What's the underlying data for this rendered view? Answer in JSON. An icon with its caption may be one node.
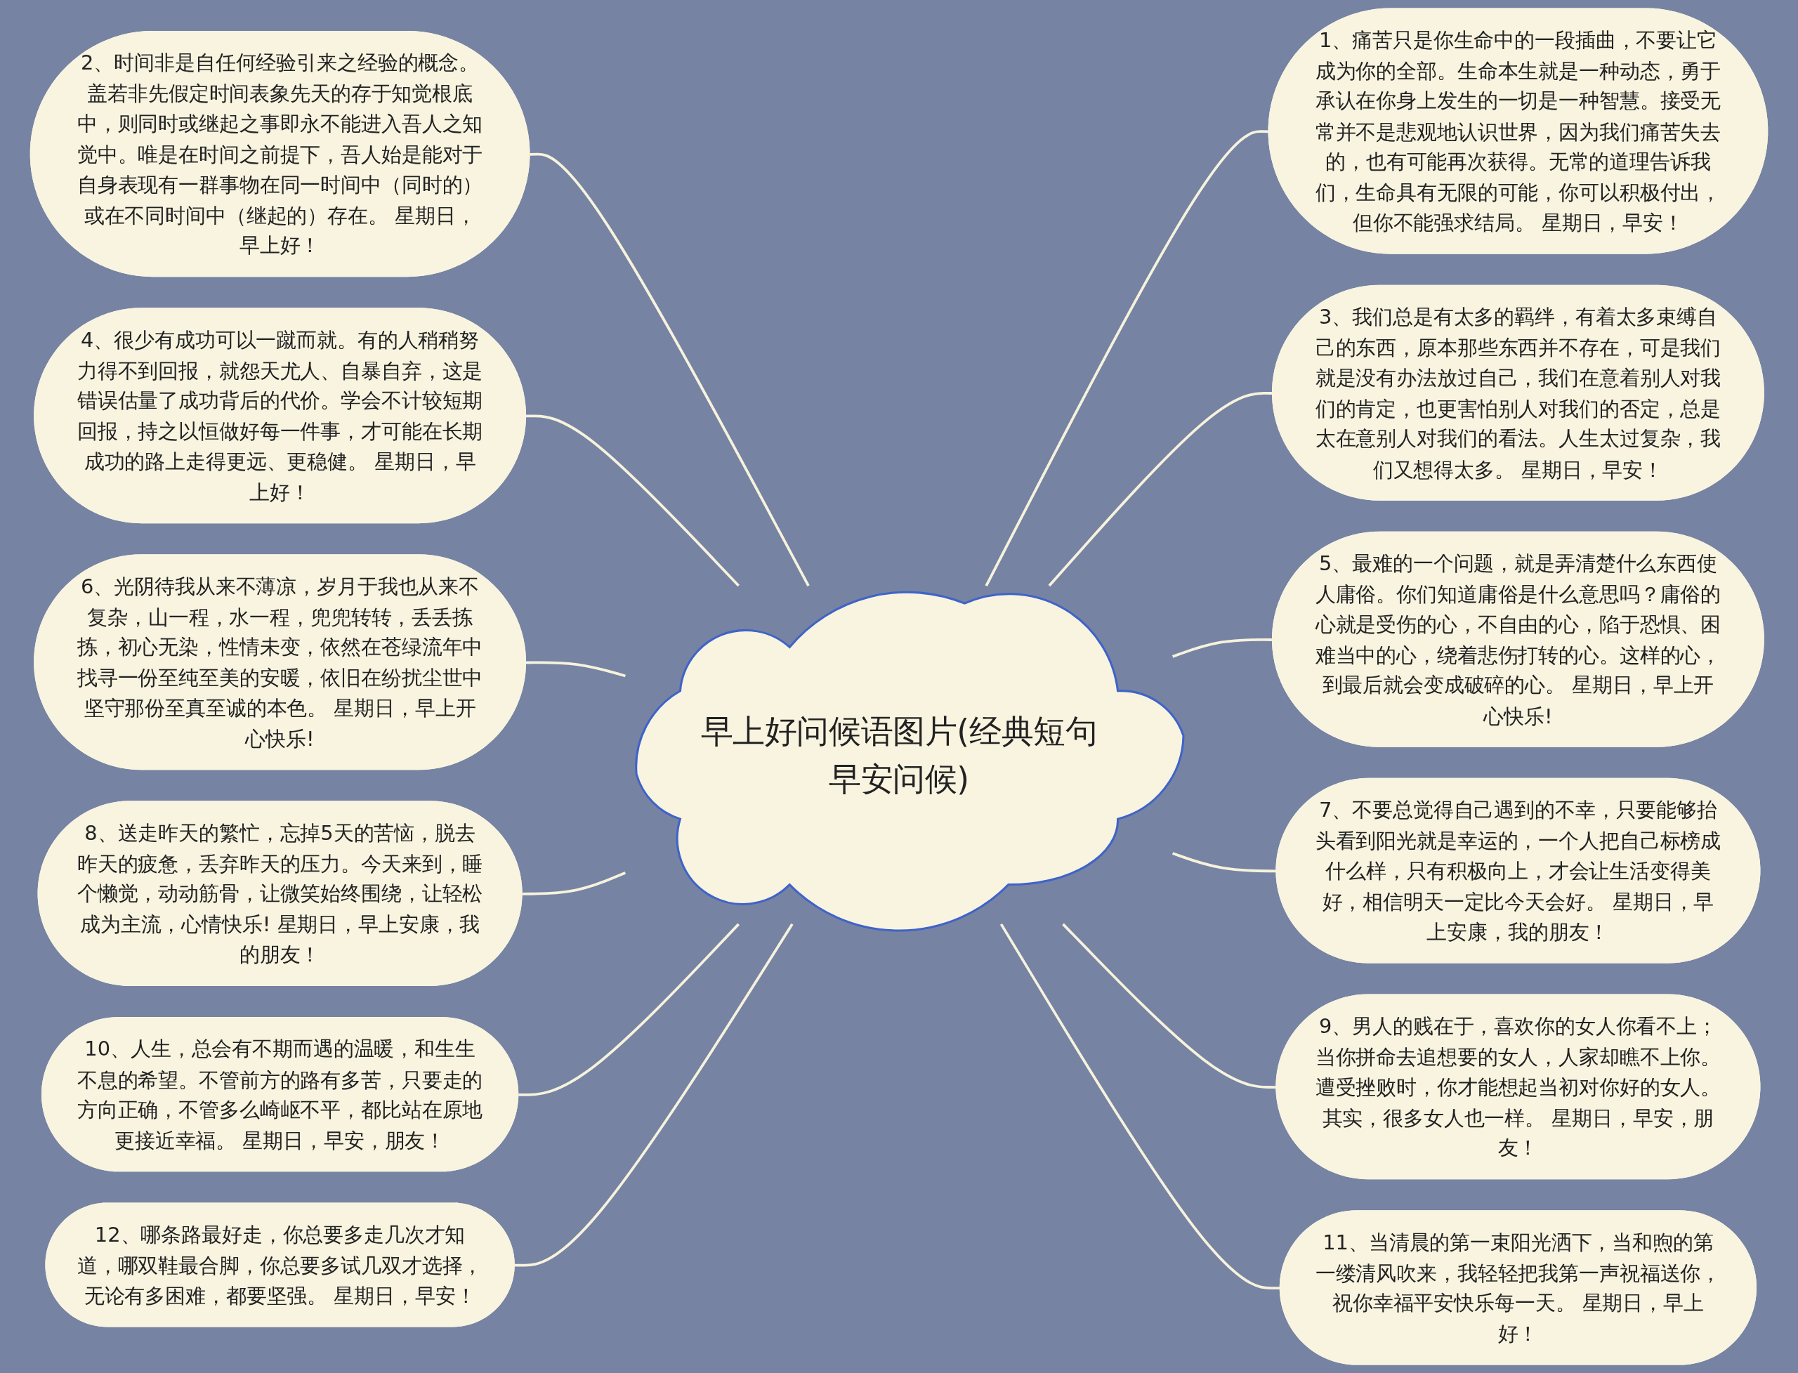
{
  "diagram": {
    "nodes": [
      {
        "text": [
          "早上好问候语图片(经典短句早安问候)"
        ]
      },
      {
        "text": [
          "1、痛苦只是你生命中的一段插曲，不要让它成为你的全部。生命本生就是一种动态，勇于承认在你身上发生的一切是一种智慧。接受无常并不是悲观地认识世界，因为我们痛苦失去的，也有可能再次获得。无常的道理告诉我们，生命具有无限的可能，你可以积极付出，但你不能强求结局。 星期日，早安！"
        ]
      },
      {
        "text": [
          "2、时间非是自任何经验引来之经验的概念。盖若非先假定时间表象先天的存于知觉根底中，则同时或继起之事即永不能进入吾人之知觉中。唯是在时间之前提下，吾人始是能对于自身表现有一群事物在同一时间中（同时的）或在不同时间中（继起的）存在。 星期日，早上好！"
        ]
      },
      {
        "text": [
          "3、我们总是有太多的羁绊，有着太多束缚自己的东西，原本那些东西并不存在，可是我们就是没有办法放过自己，我们在意着别人对我们的肯定，也更害怕别人对我们的否定，总是太在意别人对我们的看法。人生太过复杂，我们又想得太多。 星期日，早安！"
        ]
      },
      {
        "text": [
          "4、很少有成功可以一蹴而就。有的人稍稍努力得不到回报，就怨天尤人、自暴自弃，这是错误估量了成功背后的代价。学会不计较短期回报，持之以恒做好每一件事，才可能在长期成功的路上走得更远、更稳健。 星期日，早上好！"
        ]
      },
      {
        "text": [
          "5、最难的一个问题，就是弄清楚什么东西使人庸俗。你们知道庸俗是什么意思吗？庸俗的心就是受伤的心，不自由的心，陷于恐惧、困难当中的心，绕着悲伤打转的心。这样的心，到最后就会变成破碎的心。 星期日，早上开心快乐!"
        ]
      },
      {
        "text": [
          "6、光阴待我从来不薄凉，岁月于我也从来不复杂，山一程，水一程，兜兜转转，丢丢拣拣，初心无染，性情未变，依然在苍绿流年中找寻一份至纯至美的安暖，依旧在纷扰尘世中坚守那份至真至诚的本色。 星期日，早上开心快乐!"
        ]
      },
      {
        "text": [
          "7、不要总觉得自己遇到的不幸，只要能够抬头看到阳光就是幸运的，一个人把自己标榜成什么样，只有积极向上，才会让生活变得美好，相信明天一定比今天会好。 星期日，早上安康，我的朋友！"
        ]
      },
      {
        "text": [
          "8、送走昨天的繁忙，忘掉5天的苦恼，脱去昨天的疲惫，丢弃昨天的压力。今天来到，睡个懒觉，动动筋骨，让微笑始终围绕，让轻松成为主流，心情快乐! 星期日，早上安康，我的朋友！"
        ]
      },
      {
        "text": [
          "9、男人的贱在于，喜欢你的女人你看不上；当你拼命去追想要的女人，人家却瞧不上你。遭受挫败时，你才能想起当初对你好的女人。其实，很多女人也一样。 星期日，早安，朋友！"
        ]
      },
      {
        "text": [
          "10、人生，总会有不期而遇的温暖，和生生不息的希望。不管前方的路有多苦，只要走的方向正确，不管多么崎岖不平，都比站在原地更接近幸福。 星期日，早安，朋友！"
        ]
      },
      {
        "text": [
          "11、当清晨的第一束阳光洒下，当和煦的第一缕清风吹来，我轻轻把我第一声祝福送你，祝你幸福平安快乐每一天。 星期日，早上好！"
        ]
      },
      {
        "text": [
          "12、哪条路最好走，你总要多走几次才知道，哪双鞋最合脚，你总要多试几双才选择，无论有多困难，都要坚强。 星期日，早安！"
        ]
      }
    ],
    "edges": [
      {
        "from": 0,
        "to": 1,
        "arrow": "none"
      },
      {
        "from": 0,
        "to": 2,
        "arrow": "none"
      },
      {
        "from": 0,
        "to": 3,
        "arrow": "none"
      },
      {
        "from": 0,
        "to": 4,
        "arrow": "none"
      },
      {
        "from": 0,
        "to": 5,
        "arrow": "none"
      },
      {
        "from": 0,
        "to": 6,
        "arrow": "none"
      },
      {
        "from": 0,
        "to": 7,
        "arrow": "none"
      },
      {
        "from": 0,
        "to": 8,
        "arrow": "none"
      },
      {
        "from": 0,
        "to": 9,
        "arrow": "none"
      },
      {
        "from": 0,
        "to": 10,
        "arrow": "none"
      },
      {
        "from": 0,
        "to": 11,
        "arrow": "none"
      },
      {
        "from": 0,
        "to": 12,
        "arrow": "none"
      }
    ]
  }
}
